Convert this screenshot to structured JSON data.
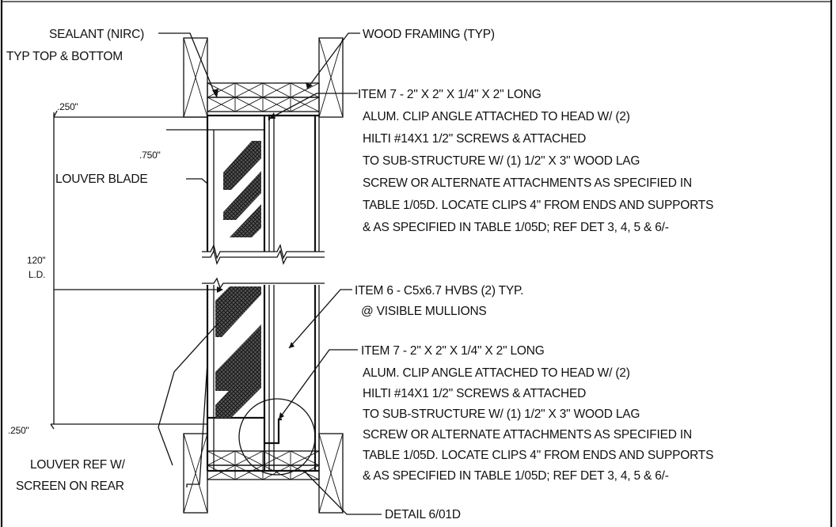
{
  "labels": {
    "sealant_line1": "SEALANT (NIRC)",
    "sealant_line2": "TYP TOP & BOTTOM",
    "wood_framing": "WOOD FRAMING (TYP)",
    "dim_250_top": ".250\"",
    "dim_750": ".750\"",
    "louver_blade": "LOUVER BLADE",
    "dim_120_line1": "120\"",
    "dim_120_line2": "L.D.",
    "dim_250_bottom": ".250\"",
    "louver_ref_line1": "LOUVER REF W/",
    "louver_ref_line2": "SCREEN ON REAR",
    "detail": "DETAIL 6/01D"
  },
  "notes": {
    "item7_top": [
      "ITEM 7 -  2\" X 2\" X 1/4\" X 2\" LONG",
      "ALUM. CLIP ANGLE ATTACHED TO HEAD W/ (2)",
      "HILTI #14X1 1/2\" SCREWS & ATTACHED",
      "TO SUB-STRUCTURE W/ (1) 1/2\" X 3\" WOOD LAG",
      "SCREW OR ALTERNATE ATTACHMENTS AS SPECIFIED IN",
      "TABLE 1/05D. LOCATE CLIPS 4\" FROM ENDS AND SUPPORTS",
      "& AS SPECIFIED IN TABLE 1/05D;  REF DET 3, 4, 5 & 6/-"
    ],
    "item6": [
      "ITEM 6 - C5x6.7 HVBS (2) TYP.",
      "@ VISIBLE MULLIONS"
    ],
    "item7_bottom": [
      "ITEM 7 -  2\" X 2\" X 1/4\" X 2\" LONG",
      "ALUM. CLIP ANGLE ATTACHED TO HEAD W/ (2)",
      "HILTI #14X1 1/2\" SCREWS & ATTACHED",
      "TO SUB-STRUCTURE W/ (1) 1/2\" X 3\" WOOD LAG",
      "SCREW OR ALTERNATE ATTACHMENTS AS SPECIFIED IN",
      "TABLE 1/05D. LOCATE CLIPS 4\" FROM ENDS AND SUPPORTS",
      "& AS SPECIFIED IN TABLE 1/05D;  REF DET 3, 4, 5 & 6/-"
    ]
  }
}
